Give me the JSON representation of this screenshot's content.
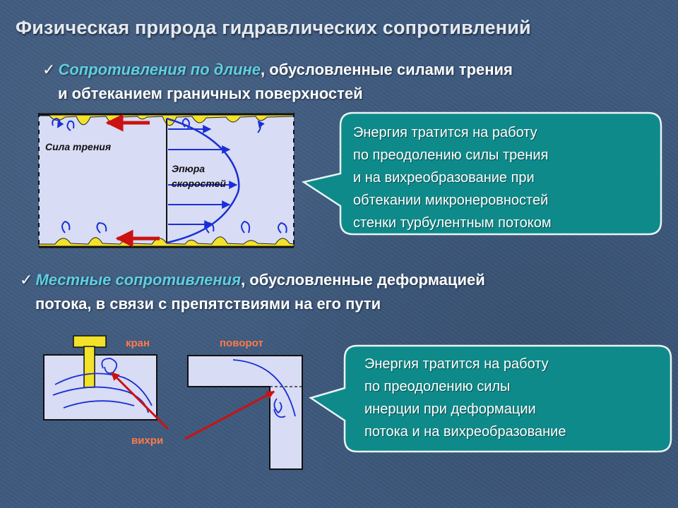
{
  "title": "Физическая природа  гидравлических сопротивлений",
  "section1": {
    "check": "✓",
    "highlight": "Сопротивления по длине",
    "line1_rest": ", обусловленные силами трения",
    "line2": "и обтеканием граничных поверхностей"
  },
  "pipe_diagram": {
    "friction_label": "Сила трения",
    "profile_label_1": "Эпюра",
    "profile_label_2": "скоростей"
  },
  "bubble1": {
    "lines": [
      "Энергия тратится на работу",
      "по преодолению силы трения",
      "и на вихреобразование при",
      "обтекании микронеровностей",
      "стенки турбулентным потоком"
    ]
  },
  "section2": {
    "check": "✓",
    "highlight": "Местные сопротивления",
    "line1_rest": ", обусловленные деформацией",
    "line2": "потока, в связи с препятствиями на его пути"
  },
  "local_diagram": {
    "valve_label": "кран",
    "bend_label": "поворот",
    "vortex_label": "вихри"
  },
  "bubble2": {
    "lines": [
      "Энергия тратится на работу",
      "по преодолению силы",
      "инерции при деформации",
      "потока и на вихреобразование"
    ]
  },
  "colors": {
    "background": "#3e5a7e",
    "highlight_text": "#5fd0e0",
    "bubble_fill": "#0f8a8a",
    "pipe_fill": "#d8dcf4",
    "roughness": "#f2e22a",
    "friction_arrow": "#cc1111",
    "velocity_arrow": "#1a2fd6",
    "label_orange": "#ff7a4a"
  }
}
